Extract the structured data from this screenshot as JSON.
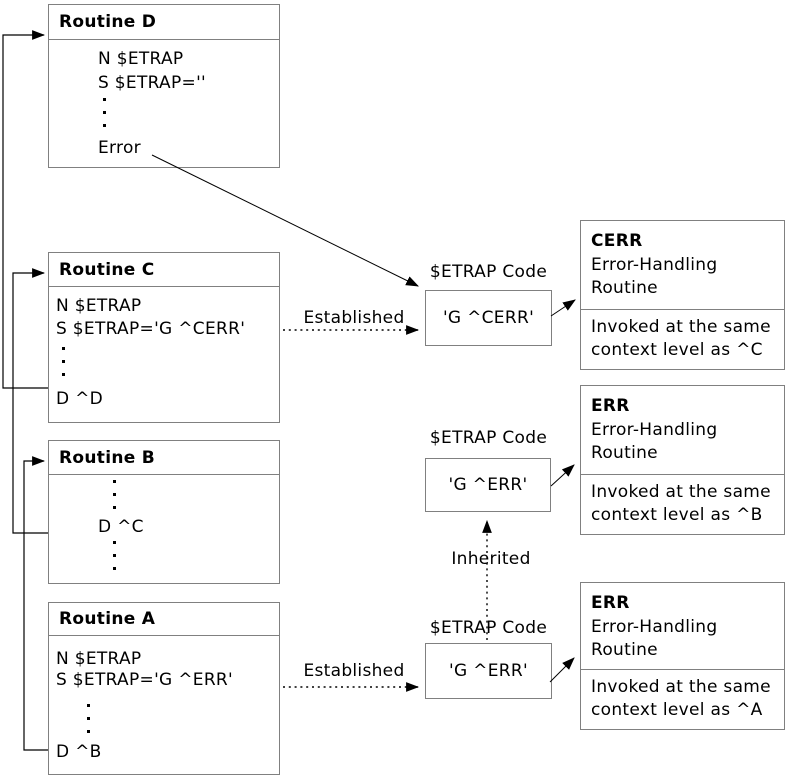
{
  "routines": {
    "d": {
      "title": "Routine D",
      "lines": [
        "N $ETRAP",
        "S $ETRAP=''",
        "Error"
      ]
    },
    "c": {
      "title": "Routine C",
      "lines": [
        "N $ETRAP",
        "S $ETRAP='G ^CERR'",
        "D ^D"
      ]
    },
    "b": {
      "title": "Routine B",
      "lines": [
        "D ^C"
      ]
    },
    "a": {
      "title": "Routine A",
      "lines": [
        "N $ETRAP",
        "S $ETRAP='G ^ERR'",
        "D ^B"
      ]
    }
  },
  "code_boxes": {
    "cerr": {
      "label": "$ETRAP Code",
      "code": "'G ^CERR'"
    },
    "err_b": {
      "label": "$ETRAP Code",
      "code": "'G ^ERR'"
    },
    "err_a": {
      "label": "$ETRAP Code",
      "code": "'G ^ERR'"
    }
  },
  "handlers": {
    "cerr": {
      "name": "CERR",
      "subtitle": [
        "Error-Handling",
        "Routine"
      ],
      "note": [
        "Invoked at the same",
        "context level as ^C"
      ]
    },
    "err_b": {
      "name": "ERR",
      "subtitle": [
        "Error-Handling",
        "Routine"
      ],
      "note": [
        "Invoked at the same",
        "context level as ^B"
      ]
    },
    "err_a": {
      "name": "ERR",
      "subtitle": [
        "Error-Handling",
        "Routine"
      ],
      "note": [
        "Invoked at the same",
        "context level as ^A"
      ]
    }
  },
  "arrow_labels": {
    "established_c": "Established",
    "established_a": "Established",
    "inherited": "Inherited"
  },
  "colors": {
    "box_border": "#808080",
    "line": "#000000",
    "background": "#ffffff",
    "text": "#000000"
  }
}
